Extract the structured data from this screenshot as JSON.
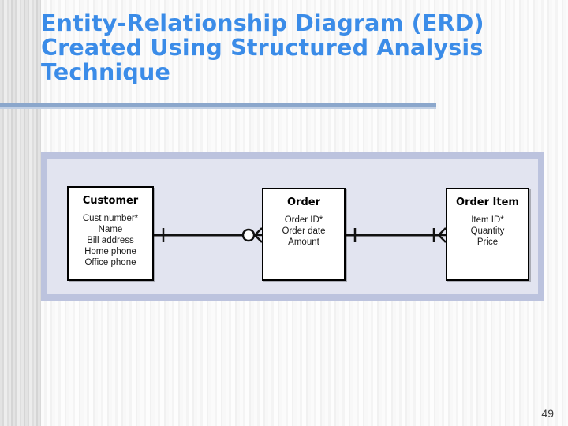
{
  "slide": {
    "title": "Entity-Relationship Diagram (ERD)\nCreated Using Structured Analysis Technique",
    "page_number": "49",
    "title_color": "#3b8ce8",
    "rule_color": "#8ba7cc",
    "panel_border_color": "#bcc3de",
    "panel_fill_color": "#e2e4f0"
  },
  "diagram": {
    "type": "entity-relationship-diagram",
    "notation": "crows-foot",
    "entities": [
      {
        "id": "customer",
        "name": "Customer",
        "attributes": [
          "Cust number*",
          "Name",
          "Bill address",
          "Home phone",
          "Office phone"
        ]
      },
      {
        "id": "order",
        "name": "Order",
        "attributes": [
          "Order ID*",
          "Order date",
          "Amount"
        ]
      },
      {
        "id": "order-item",
        "name": "Order Item",
        "attributes": [
          "Item ID*",
          "Quantity",
          "Price"
        ]
      }
    ],
    "relationships": [
      {
        "id": "customer-order",
        "from": "customer",
        "to": "order",
        "from_cardinality": "one",
        "to_cardinality": "zero-or-many"
      },
      {
        "id": "order-orderitem",
        "from": "order",
        "to": "order-item",
        "from_cardinality": "one",
        "to_cardinality": "one-or-many"
      }
    ]
  }
}
